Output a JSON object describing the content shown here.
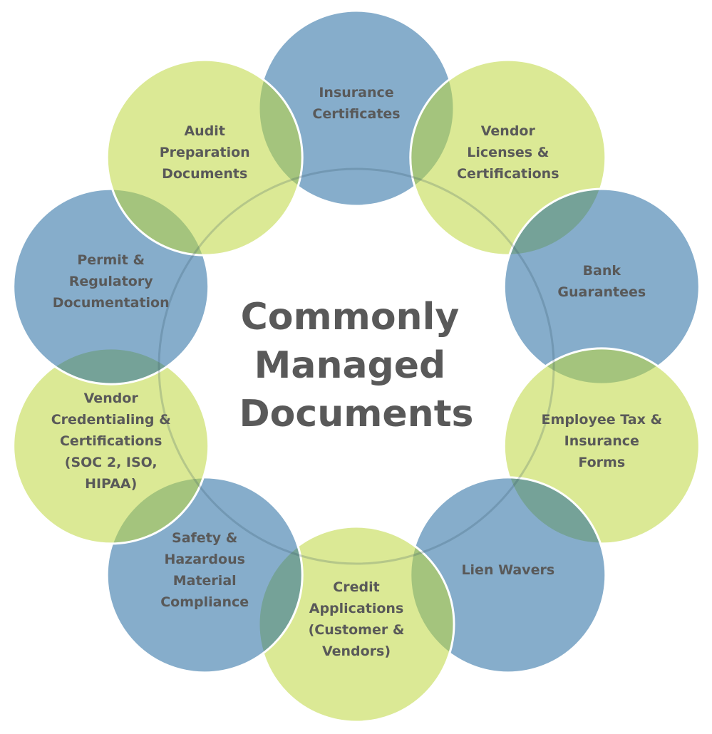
{
  "title": {
    "lines": [
      "Commonly",
      "Managed",
      "Documents"
    ]
  },
  "colors": {
    "blue": "#17629C",
    "green": "#BED73E",
    "text": "#595959",
    "ring": "#2F4F5F",
    "stroke": "#FFFFFF"
  },
  "nodes": [
    {
      "id": "insurance-certificates",
      "color": "blue",
      "lines": [
        "Insurance",
        "Certificates"
      ]
    },
    {
      "id": "vendor-licenses",
      "color": "green",
      "lines": [
        "Vendor",
        "Licenses &",
        "Certifications"
      ]
    },
    {
      "id": "bank-guarantees",
      "color": "blue",
      "lines": [
        "Bank",
        "Guarantees"
      ]
    },
    {
      "id": "employee-tax-insurance",
      "color": "green",
      "lines": [
        "Employee Tax &",
        "Insurance",
        "Forms"
      ]
    },
    {
      "id": "lien-wavers",
      "color": "blue",
      "lines": [
        "Lien Wavers"
      ]
    },
    {
      "id": "credit-applications",
      "color": "green",
      "lines": [
        "Credit",
        "Applications",
        "(Customer &",
        "Vendors)"
      ]
    },
    {
      "id": "safety-hazardous",
      "color": "blue",
      "lines": [
        "Safety &",
        "Hazardous",
        "Material",
        "Compliance"
      ]
    },
    {
      "id": "vendor-credentialing",
      "color": "green",
      "lines": [
        "Vendor",
        "Credentialing &",
        "Certifications",
        "(SOC 2, ISO,",
        "HIPAA)"
      ]
    },
    {
      "id": "permit-regulatory",
      "color": "blue",
      "lines": [
        "Permit &",
        "Regulatory",
        "Documentation"
      ]
    },
    {
      "id": "audit-preparation",
      "color": "green",
      "lines": [
        "Audit",
        "Preparation",
        "Documents"
      ]
    }
  ]
}
